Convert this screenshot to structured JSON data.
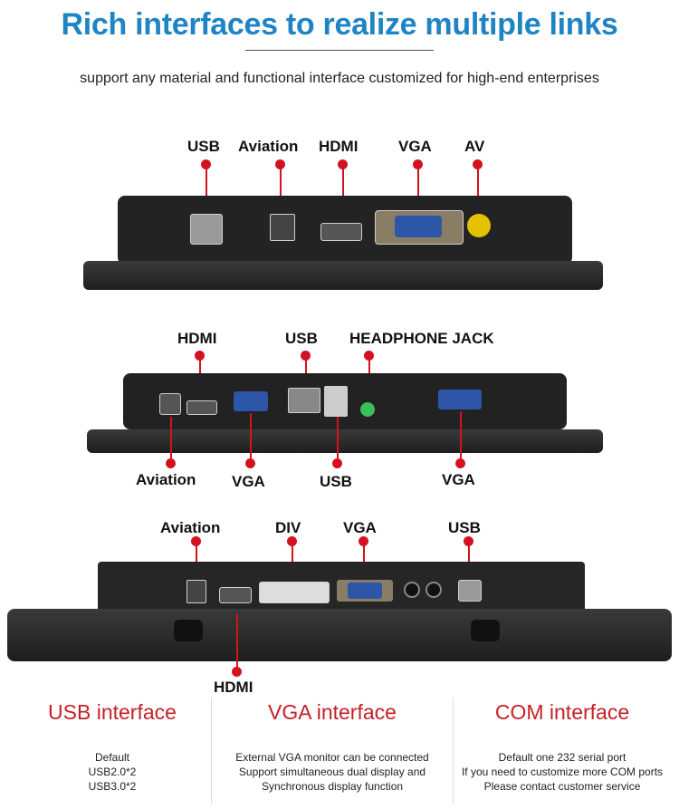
{
  "header": {
    "title": "Rich interfaces to realize multiple links",
    "subtitle": "support any material and functional interface customized for high-end enterprises"
  },
  "device1": {
    "labels": [
      "USB",
      "Aviation",
      "HDMI",
      "VGA",
      "AV"
    ]
  },
  "device2": {
    "top_labels": [
      "HDMI",
      "USB",
      "HEADPHONE JACK"
    ],
    "bottom_labels": [
      "Aviation",
      "VGA",
      "USB",
      "VGA"
    ]
  },
  "device3": {
    "top_labels": [
      "Aviation",
      "DIV",
      "VGA",
      "USB"
    ],
    "bottom_label": "HDMI"
  },
  "features": [
    {
      "title": "USB interface",
      "lines": [
        "Default",
        "USB2.0*2",
        "USB3.0*2"
      ]
    },
    {
      "title": "VGA interface",
      "lines": [
        "External VGA monitor can be connected",
        "Support simultaneous dual display and",
        "Synchronous display function"
      ]
    },
    {
      "title": "COM interface",
      "lines": [
        "Default one 232 serial port",
        "If you need to customize more COM ports",
        "Please contact customer service"
      ]
    }
  ],
  "colors": {
    "title": "#1f84c4",
    "accent": "#d4121f",
    "feature_title": "#c62026"
  }
}
